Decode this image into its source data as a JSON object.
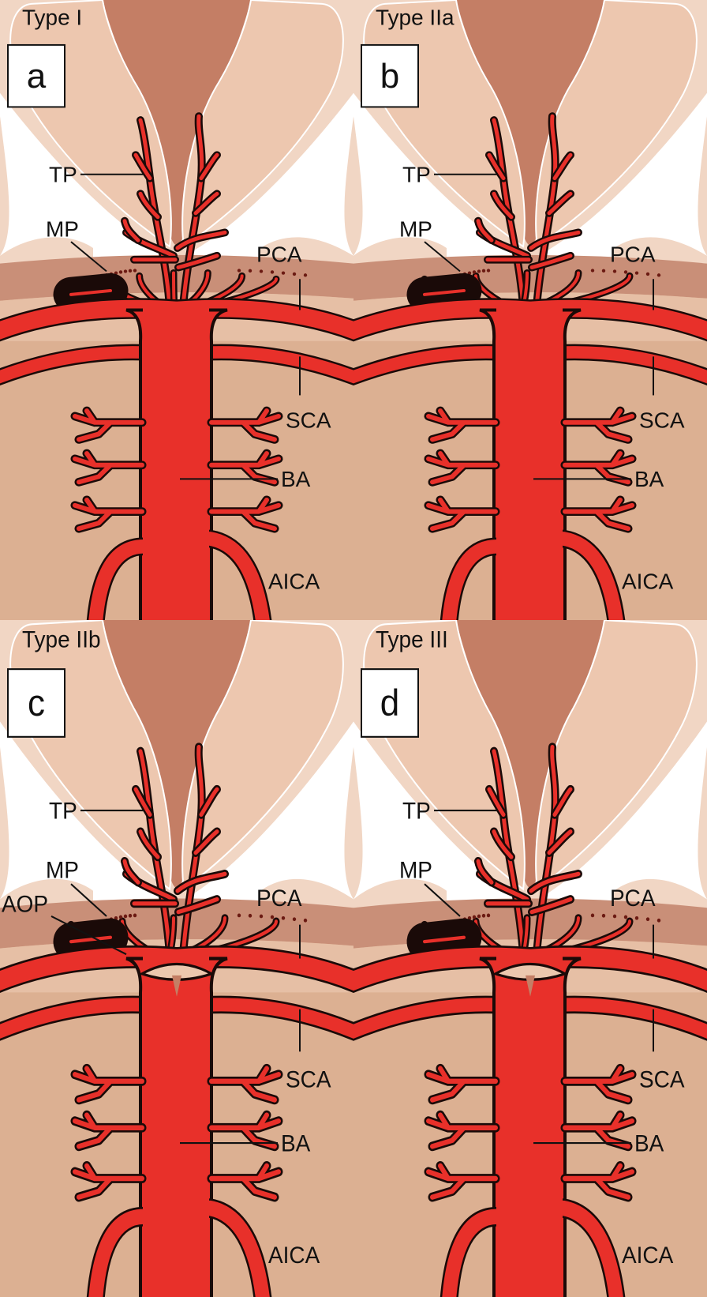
{
  "colors": {
    "artery": "#e8302a",
    "outline": "#1a0a08",
    "background_tissue": "#dcb092",
    "lobe": "#edc7af",
    "outer_tissue": "#f1d6c4",
    "center_dark": "#c47e65",
    "band": "#c98f78"
  },
  "panels": [
    {
      "letter": "a",
      "type": "Type I",
      "variant": "I",
      "labels": {
        "tp": "TP",
        "mp": "MP",
        "pca": "PCA",
        "sca": "SCA",
        "ba": "BA",
        "aica": "AICA"
      }
    },
    {
      "letter": "b",
      "type": "Type IIa",
      "variant": "IIa",
      "labels": {
        "tp": "TP",
        "mp": "MP",
        "pca": "PCA",
        "sca": "SCA",
        "ba": "BA",
        "aica": "AICA"
      }
    },
    {
      "letter": "c",
      "type": "Type IIb",
      "variant": "IIb",
      "labels": {
        "tp": "TP",
        "mp": "MP",
        "aop": "AOP",
        "pca": "PCA",
        "sca": "SCA",
        "ba": "BA",
        "aica": "AICA"
      }
    },
    {
      "letter": "d",
      "type": "Type III",
      "variant": "III",
      "labels": {
        "tp": "TP",
        "mp": "MP",
        "pca": "PCA",
        "sca": "SCA",
        "ba": "BA",
        "aica": "AICA"
      }
    }
  ]
}
